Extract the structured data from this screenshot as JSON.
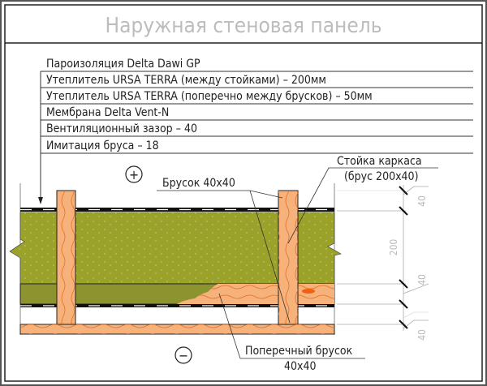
{
  "title": "Наружная стеновая панель",
  "layers": [
    "Пароизоляция Delta Dawi GP",
    "Утеплитель URSA TERRA (между стойками) – 200мм",
    "Утеплитель URSA TERRA (поперечно между брусков) – 50мм",
    "Мембрана Delta Vent-N",
    "Вентиляционный зазор – 40",
    "Имитация бруса – 18"
  ],
  "callouts": {
    "stud_line1": "Стойка каркаса",
    "stud_line2": "(брус 200х40)",
    "batten": "Брусок 40х40",
    "cross_line1": "Поперечный брусок",
    "cross_line2": "40х40"
  },
  "signs": {
    "inside": "+",
    "outside": "−"
  },
  "dimensions": [
    "40",
    "200",
    "40",
    "40"
  ],
  "colors": {
    "insulation": "#9aa22a",
    "wood": "#f6b27a",
    "wood_grain": "#e0702a",
    "membrane": "#111111"
  }
}
